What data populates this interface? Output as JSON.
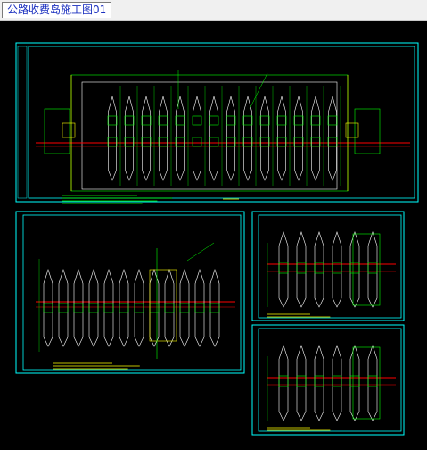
{
  "window": {
    "tab_title": "公路收费岛施工图01"
  },
  "colors": {
    "background": "#000000",
    "frame": "#00ffff",
    "lane": "#ffffff",
    "equipment": "#00ff00",
    "axis": "#ff0000",
    "highlight": "#ffff00"
  },
  "drawing": {
    "sheets": [
      {
        "name": "main-plan-sheet"
      },
      {
        "name": "left-detail-sheet"
      },
      {
        "name": "right-top-detail-sheet"
      },
      {
        "name": "right-bottom-detail-sheet"
      }
    ]
  }
}
